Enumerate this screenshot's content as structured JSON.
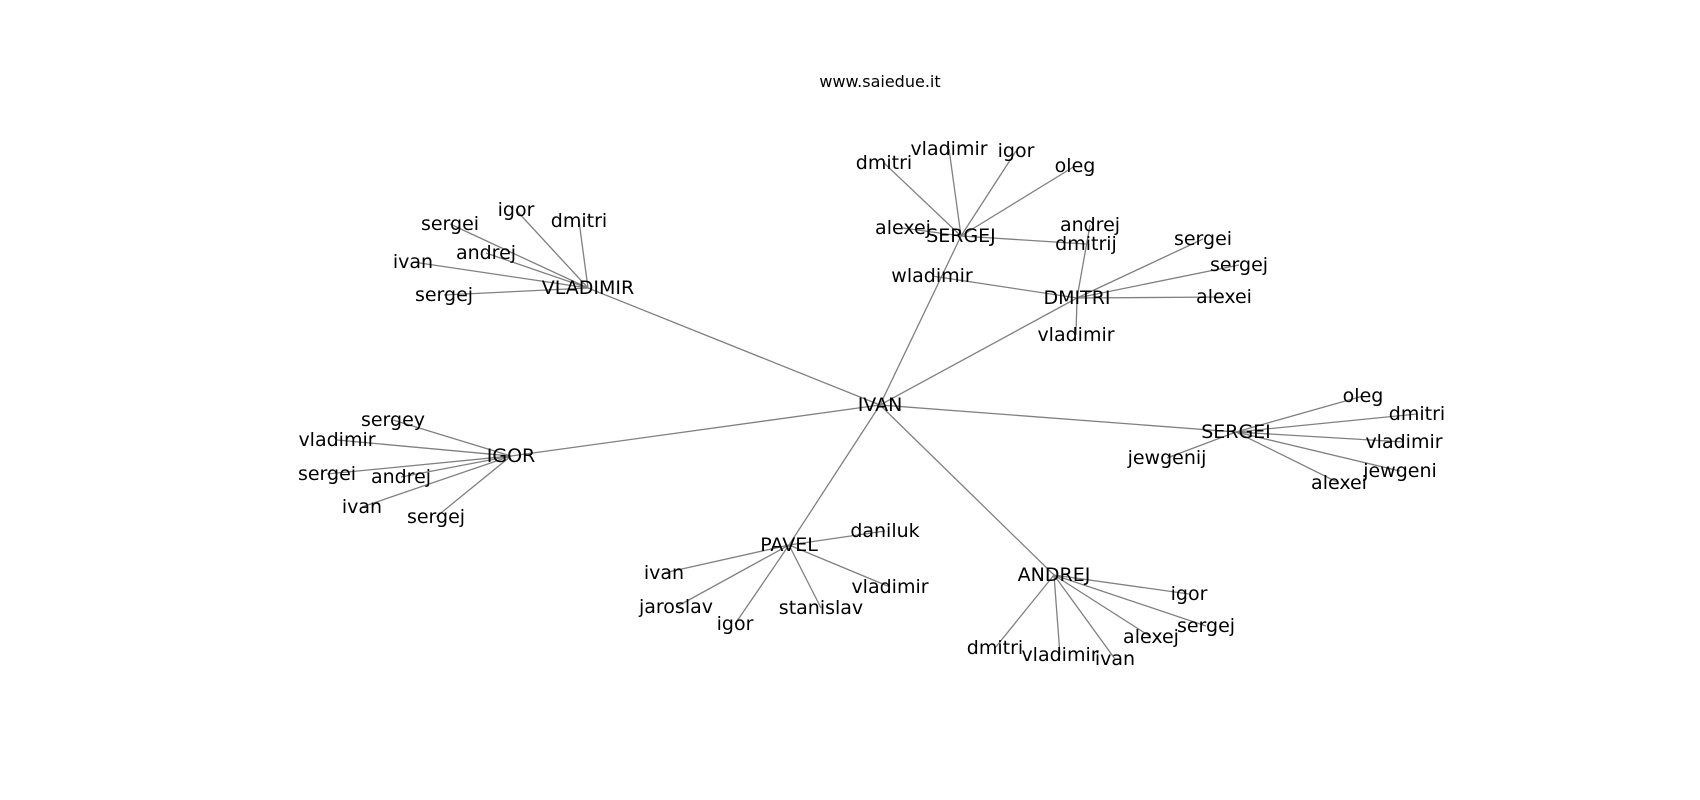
{
  "title": "www.saiedue.it",
  "colors": {
    "edge": "#808080",
    "text": "#000000",
    "background": "#ffffff"
  },
  "nodes": {
    "ivan": "IVAN",
    "vladimir_hub": "VLADIMIR",
    "sergej_hub": "SERGEJ",
    "dmitri_hub": "DMITRI",
    "sergei_hub": "SERGEI",
    "igor_hub": "IGOR",
    "pavel_hub": "PAVEL",
    "andrej_hub": "ANDREJ",
    "v_sergei": "sergei",
    "v_igor": "igor",
    "v_dmitri": "dmitri",
    "v_ivan": "ivan",
    "v_andrej": "andrej",
    "v_sergej": "sergej",
    "s_dmitri": "dmitri",
    "s_vladimir": "vladimir",
    "s_igor": "igor",
    "s_oleg": "oleg",
    "s_alexej": "alexej",
    "s_andrej": "andrej",
    "d_dmitrij": "dmitrij",
    "d_wladimir": "wladimir",
    "d_sergei": "sergei",
    "d_sergej": "sergej",
    "d_alexei": "alexei",
    "d_vladimir": "vladimir",
    "e_oleg": "oleg",
    "e_dmitri": "dmitri",
    "e_vladimir": "vladimir",
    "e_jewgeni": "jewgeni",
    "e_alexei": "alexei",
    "e_jewgenij": "jewgenij",
    "i_sergey": "sergey",
    "i_vladimir": "vladimir",
    "i_sergei": "sergei",
    "i_andrej": "andrej",
    "i_ivan": "ivan",
    "i_sergej": "sergej",
    "p_daniluk": "daniluk",
    "p_ivan": "ivan",
    "p_jaroslav": "jaroslav",
    "p_igor": "igor",
    "p_stanislav": "stanislav",
    "p_vladimir": "vladimir",
    "a_igor": "igor",
    "a_sergej": "sergej",
    "a_alexej": "alexej",
    "a_ivan": "ivan",
    "a_vladimir": "vladimir",
    "a_dmitri": "dmitri"
  },
  "edges": [
    [
      "ivan",
      "vladimir_hub"
    ],
    [
      "ivan",
      "sergej_hub"
    ],
    [
      "ivan",
      "dmitri_hub"
    ],
    [
      "ivan",
      "sergei_hub"
    ],
    [
      "ivan",
      "igor_hub"
    ],
    [
      "ivan",
      "pavel_hub"
    ],
    [
      "ivan",
      "andrej_hub"
    ],
    [
      "vladimir_hub",
      "v_sergei"
    ],
    [
      "vladimir_hub",
      "v_igor"
    ],
    [
      "vladimir_hub",
      "v_dmitri"
    ],
    [
      "vladimir_hub",
      "v_ivan"
    ],
    [
      "vladimir_hub",
      "v_andrej"
    ],
    [
      "vladimir_hub",
      "v_sergej"
    ],
    [
      "sergej_hub",
      "s_dmitri"
    ],
    [
      "sergej_hub",
      "s_vladimir"
    ],
    [
      "sergej_hub",
      "s_igor"
    ],
    [
      "sergej_hub",
      "s_oleg"
    ],
    [
      "sergej_hub",
      "s_alexej"
    ],
    [
      "sergej_hub",
      "d_dmitrij"
    ],
    [
      "dmitri_hub",
      "s_andrej"
    ],
    [
      "dmitri_hub",
      "d_wladimir"
    ],
    [
      "dmitri_hub",
      "d_sergei"
    ],
    [
      "dmitri_hub",
      "d_sergej"
    ],
    [
      "dmitri_hub",
      "d_alexei"
    ],
    [
      "dmitri_hub",
      "d_vladimir"
    ],
    [
      "sergei_hub",
      "e_oleg"
    ],
    [
      "sergei_hub",
      "e_dmitri"
    ],
    [
      "sergei_hub",
      "e_vladimir"
    ],
    [
      "sergei_hub",
      "e_jewgeni"
    ],
    [
      "sergei_hub",
      "e_alexei"
    ],
    [
      "sergei_hub",
      "e_jewgenij"
    ],
    [
      "igor_hub",
      "i_sergey"
    ],
    [
      "igor_hub",
      "i_vladimir"
    ],
    [
      "igor_hub",
      "i_sergei"
    ],
    [
      "igor_hub",
      "i_andrej"
    ],
    [
      "igor_hub",
      "i_ivan"
    ],
    [
      "igor_hub",
      "i_sergej"
    ],
    [
      "pavel_hub",
      "p_daniluk"
    ],
    [
      "pavel_hub",
      "p_ivan"
    ],
    [
      "pavel_hub",
      "p_jaroslav"
    ],
    [
      "pavel_hub",
      "p_igor"
    ],
    [
      "pavel_hub",
      "p_stanislav"
    ],
    [
      "pavel_hub",
      "p_vladimir"
    ],
    [
      "andrej_hub",
      "a_igor"
    ],
    [
      "andrej_hub",
      "a_sergej"
    ],
    [
      "andrej_hub",
      "a_alexej"
    ],
    [
      "andrej_hub",
      "a_ivan"
    ],
    [
      "andrej_hub",
      "a_vladimir"
    ],
    [
      "andrej_hub",
      "a_dmitri"
    ]
  ]
}
